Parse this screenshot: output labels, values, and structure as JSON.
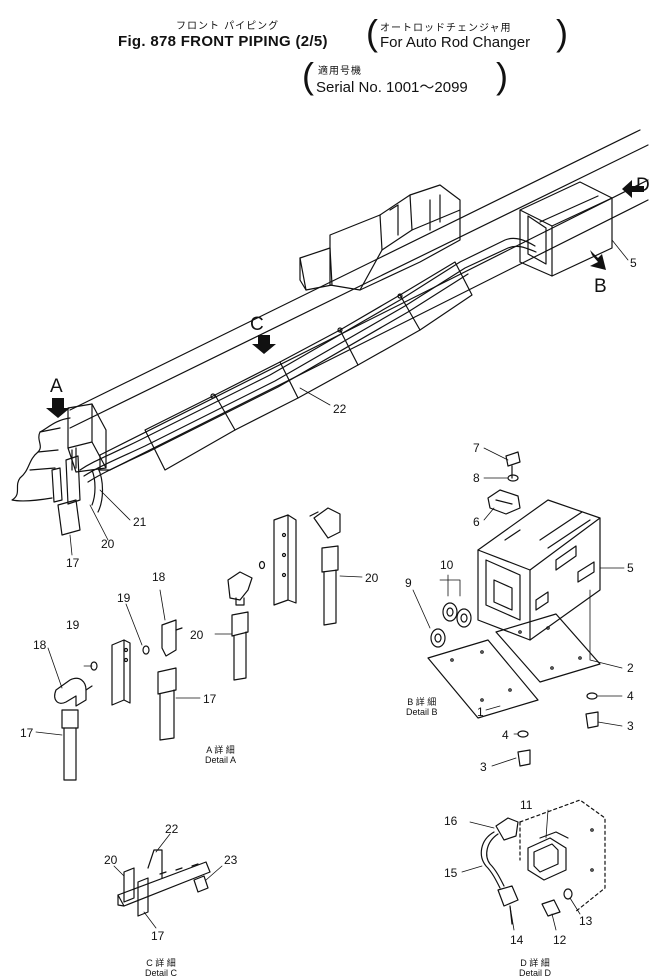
{
  "header": {
    "jp_title": "フロント パイピング",
    "title": "Fig. 878 FRONT PIPING (2/5)",
    "paren1_jp": "オートロッドチェンジャ用",
    "paren1_en": "For Auto Rod Changer",
    "paren2_jp": "適用号機",
    "paren2_en": "Serial No. 1001～2099"
  },
  "view_arrows": {
    "a": "A",
    "b": "B",
    "c": "C",
    "d": "D"
  },
  "callouts": {
    "p1": "1",
    "p2": "2",
    "p3a": "3",
    "p3b": "3",
    "p4a": "4",
    "p4b": "4",
    "p5a": "5",
    "p5b": "5",
    "p6": "6",
    "p7": "7",
    "p8": "8",
    "p9": "9",
    "p10": "10",
    "p11": "11",
    "p12": "12",
    "p13": "13",
    "p14": "14",
    "p15": "15",
    "p16": "16",
    "p17a": "17",
    "p17b": "17",
    "p17c": "17",
    "p17d": "17",
    "p18a": "18",
    "p18b": "18",
    "p19a": "19",
    "p19b": "19",
    "p20a": "20",
    "p20b": "20",
    "p20c": "20",
    "p20d": "20",
    "p21": "21",
    "p22a": "22",
    "p22b": "22",
    "p23": "23"
  },
  "details": {
    "a_jp": "A 詳 細",
    "a_en": "Detail A",
    "b_jp": "B 詳 細",
    "b_en": "Detail B",
    "c_jp": "C 詳 細",
    "c_en": "Detail C",
    "d_jp": "D 詳 細",
    "d_en": "Detail D"
  }
}
